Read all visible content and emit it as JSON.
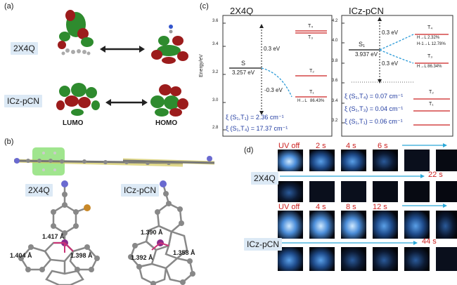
{
  "panel_a": {
    "tag": "(a)",
    "mol1": "2X4Q",
    "mol2": "ICz-pCN",
    "lumo": "LUMO",
    "homo": "HOMO"
  },
  "panel_b": {
    "tag": "(b)",
    "mol1": "2X4Q",
    "mol2": "ICz-pCN",
    "bonds1": [
      "1.417 Å",
      "1.404 Å",
      "1.398 Å"
    ],
    "bonds2": [
      "1.390 Å",
      "1.392 Å",
      "1.358 Å"
    ]
  },
  "panel_c": {
    "tag": "(c)",
    "left": {
      "title": "2X4Q",
      "ylabel": "Energy/eV",
      "yticks": [
        "3.6",
        "3.4",
        "3.2",
        "3.0",
        "2.8"
      ],
      "s_label": "S",
      "s_value": "3.257 eV",
      "t_labels": [
        "T₄",
        "T₃",
        "T₂",
        "T₁"
      ],
      "gap_up": "0.3 eV",
      "gap_down": "-0.3 eV",
      "t1_transition": "H→L",
      "t1_percent": "86.43%",
      "xi": [
        "ξ (S₁,T₁) = 2.36 cm⁻¹",
        "ξ (S₁,T₄) = 17.37 cm⁻¹"
      ]
    },
    "right": {
      "title": "ICz-pCN",
      "yticks": [
        "4.2",
        "4.0",
        "3.8",
        "3.6",
        "3.4",
        "3.2"
      ],
      "s_label": "S₁",
      "s_value": "3.937 eV",
      "t_labels": [
        "T₄",
        "T₃",
        "T₂",
        "T₁"
      ],
      "gap_up": "0.3 eV",
      "gap_down": "0.3 eV",
      "t4_transitions": [
        "H→L 2.32%",
        "H-1→L 12.78%"
      ],
      "t3_transition": "H→L 86.34%",
      "xi": [
        "ξ (S₁,T₄) = 0.07 cm⁻¹",
        "ξ (S₁,T₃) = 0.04 cm⁻¹",
        "ξ (S₁,T₁) = 0.06 cm⁻¹"
      ]
    }
  },
  "panel_d": {
    "tag": "(d)",
    "mol1": "2X4Q",
    "mol2": "ICz-pCN",
    "row1_labels": [
      "UV off",
      "2 s",
      "4 s",
      "6 s"
    ],
    "row1_end": "22 s",
    "row2_labels": [
      "UV off",
      "4 s",
      "8 s",
      "12 s"
    ],
    "row2_end": "44 s"
  }
}
